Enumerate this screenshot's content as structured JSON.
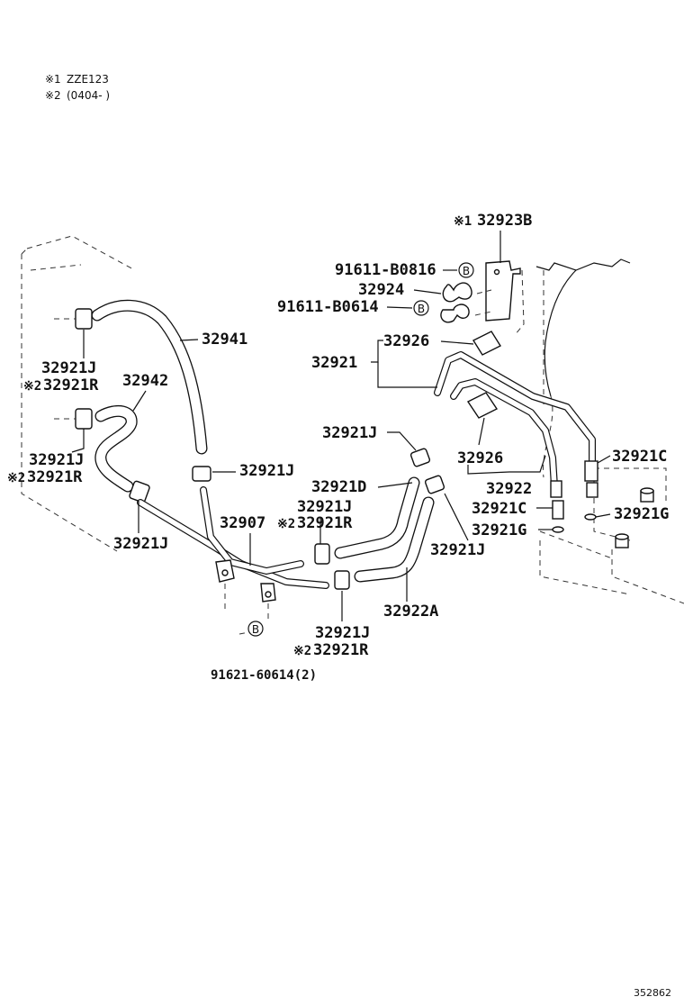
{
  "notes": [
    {
      "mark": "※1",
      "text": "ZZE123"
    },
    {
      "mark": "※2",
      "text": "(0404-    )"
    }
  ],
  "bolt_symbol": "B",
  "parts": {
    "p32923B": {
      "mark": "※1",
      "code": "32923B"
    },
    "p91611_B0816": "91611-B0816",
    "p32924": "32924",
    "p91611_B0614": "91611-B0614",
    "p32926_top": "32926",
    "p32921": "32921",
    "p32941": "32941",
    "p32921J_a": "32921J",
    "p32921R_a": {
      "mark": "※2",
      "code": "32921R"
    },
    "p32942": "32942",
    "p32921J_b": "32921J",
    "p32921R_b": {
      "mark": "※2",
      "code": "32921R"
    },
    "p32921J_c": "32921J",
    "p32921J_d": "32921J",
    "p32921J_e": "32921J",
    "p32921D": "32921D",
    "p32921J_f": "32921J",
    "p32907": "32907",
    "p32921R_c": {
      "mark": "※2",
      "code": "32921R"
    },
    "p32926_mid": "32926",
    "p32922": "32922",
    "p32921C_a": "32921C",
    "p32921C_b": "32921C",
    "p32921G_a": "32921G",
    "p32921G_b": "32921G",
    "p32921J_g": "32921J",
    "p32922A": "32922A",
    "p32921J_h": "32921J",
    "p32921R_d": {
      "mark": "※2",
      "code": "32921R"
    },
    "p91621": "91621-60614(2)"
  },
  "diagram_id": "352862"
}
